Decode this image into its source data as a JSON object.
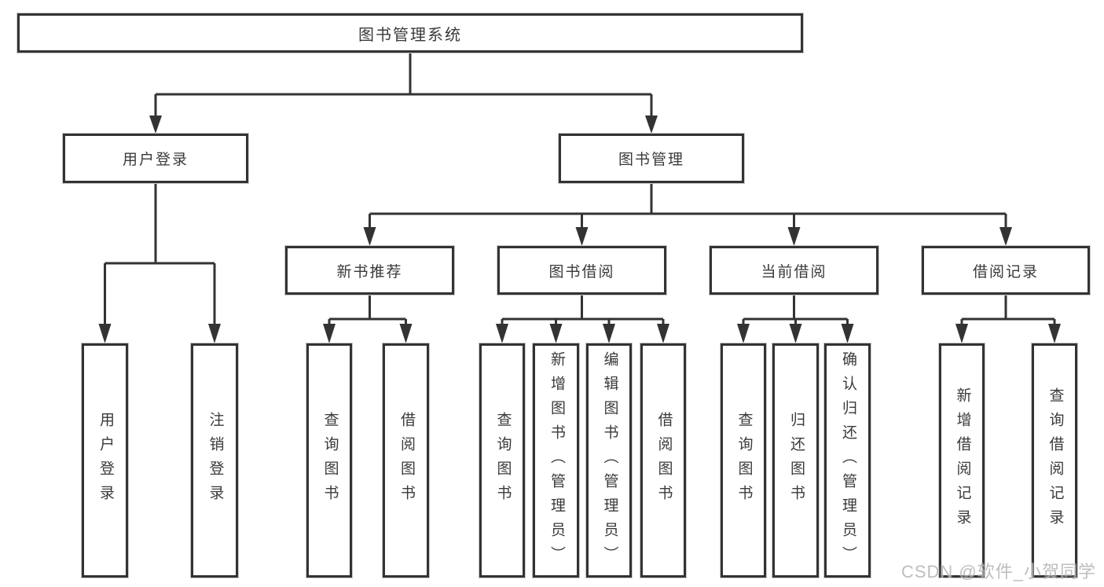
{
  "tree": {
    "root": {
      "label": "图书管理系统"
    },
    "branches": [
      {
        "label": "用户登录",
        "children": [
          {
            "label": "用户登录"
          },
          {
            "label": "注销登录"
          }
        ]
      },
      {
        "label": "图书管理",
        "children": [
          {
            "label": "新书推荐",
            "children": [
              {
                "label": "查询图书"
              },
              {
                "label": "借阅图书"
              }
            ]
          },
          {
            "label": "图书借阅",
            "children": [
              {
                "label": "查询图书"
              },
              {
                "label": "新增图书（管理员）"
              },
              {
                "label": "编辑图书（管理员）"
              },
              {
                "label": "借阅图书"
              }
            ]
          },
          {
            "label": "当前借阅",
            "children": [
              {
                "label": "查询图书"
              },
              {
                "label": "归还图书"
              },
              {
                "label": "确认归还（管理员）"
              }
            ]
          },
          {
            "label": "借阅记录",
            "children": [
              {
                "label": "新增借阅记录"
              },
              {
                "label": "查询借阅记录"
              }
            ]
          }
        ]
      }
    ]
  },
  "watermark": {
    "text": "CSDN @软件_小贺同学"
  },
  "colors": {
    "line": "#333333",
    "text": "#3a3a3a",
    "box_bg": "#ffffff",
    "background": "#ffffff",
    "watermark": "#b3b3b3"
  }
}
